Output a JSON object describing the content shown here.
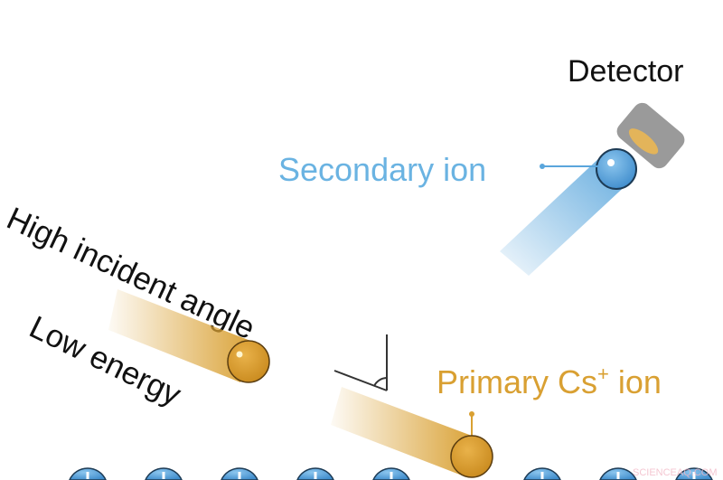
{
  "labels": {
    "detector": "Detector",
    "secondary_ion": "Secondary ion",
    "high_incident_angle": "High incident angle",
    "low_energy": "Low energy",
    "primary_ion_prefix": "Primary Cs",
    "primary_ion_sup": "+",
    "primary_ion_suffix": " ion"
  },
  "watermark": "SCIENCEAQ.COM",
  "colors": {
    "primary_ion": "#d9a032",
    "secondary_ion": "#5aa6dc",
    "secondary_label": "#6ab3e2",
    "detector": "#9a9a9a",
    "text": "#111111"
  }
}
